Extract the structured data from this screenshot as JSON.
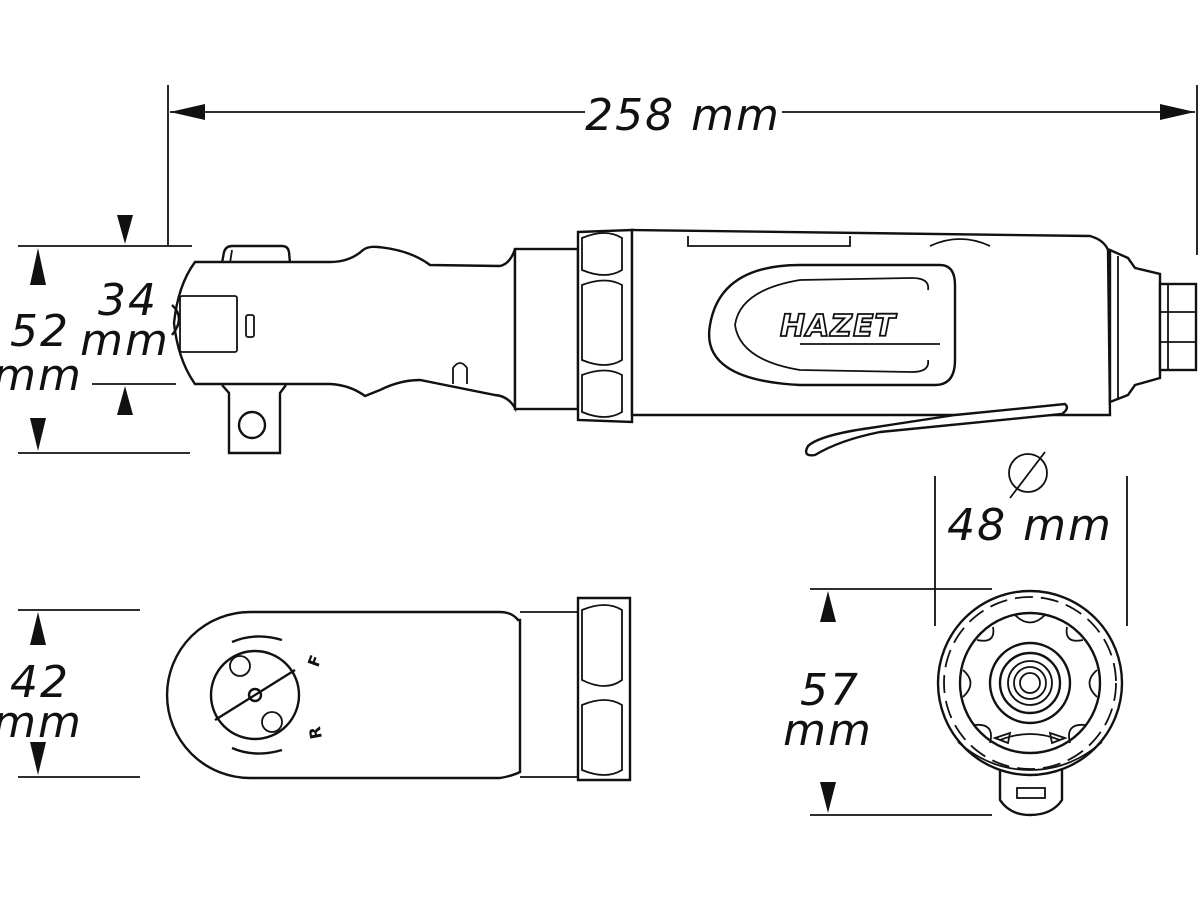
{
  "dimensions": {
    "length": "258 mm",
    "head_height_value": "34",
    "head_height_unit": "mm",
    "overall_height_value": "52",
    "overall_height_unit": "mm",
    "head_width_value": "42",
    "head_width_unit": "mm",
    "diameter_symbol": "⌀",
    "diameter": "48 mm",
    "end_height_value": "57",
    "end_height_unit": "mm"
  },
  "brand": "HAZET",
  "direction_labels": {
    "forward": "F",
    "reverse": "R"
  }
}
